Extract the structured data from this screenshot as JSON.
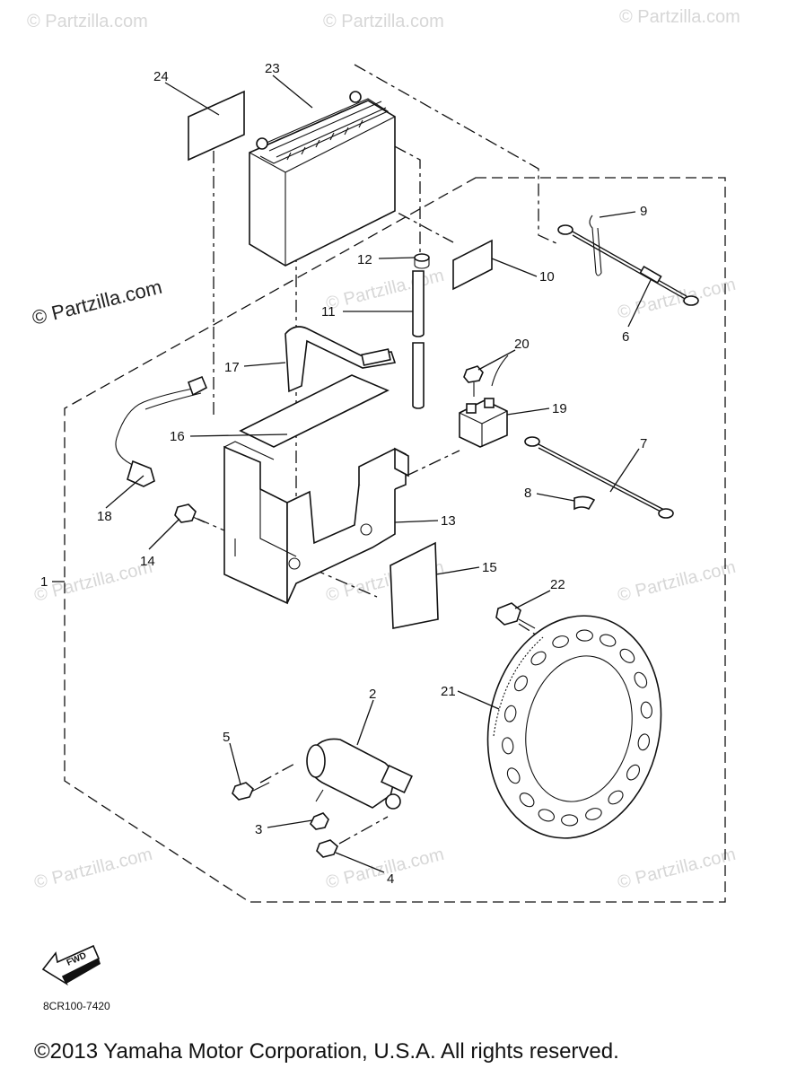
{
  "watermarks": {
    "text": "© Partzilla.com",
    "prominent": "© Partzilla.com"
  },
  "labels": {
    "p1": "1",
    "p2": "2",
    "p3": "3",
    "p4": "4",
    "p5": "5",
    "p6": "6",
    "p7": "7",
    "p8": "8",
    "p9": "9",
    "p10": "10",
    "p11": "11",
    "p12": "12",
    "p13": "13",
    "p14": "14",
    "p15": "15",
    "p16": "16",
    "p17": "17",
    "p18": "18",
    "p19": "19",
    "p20": "20",
    "p21": "21",
    "p22": "22",
    "p23": "23",
    "p24": "24"
  },
  "fwd_label": "FWD",
  "diagram_code": "8CR100-7420",
  "copyright": "©2013 Yamaha Motor Corporation, U.S.A. All rights reserved."
}
